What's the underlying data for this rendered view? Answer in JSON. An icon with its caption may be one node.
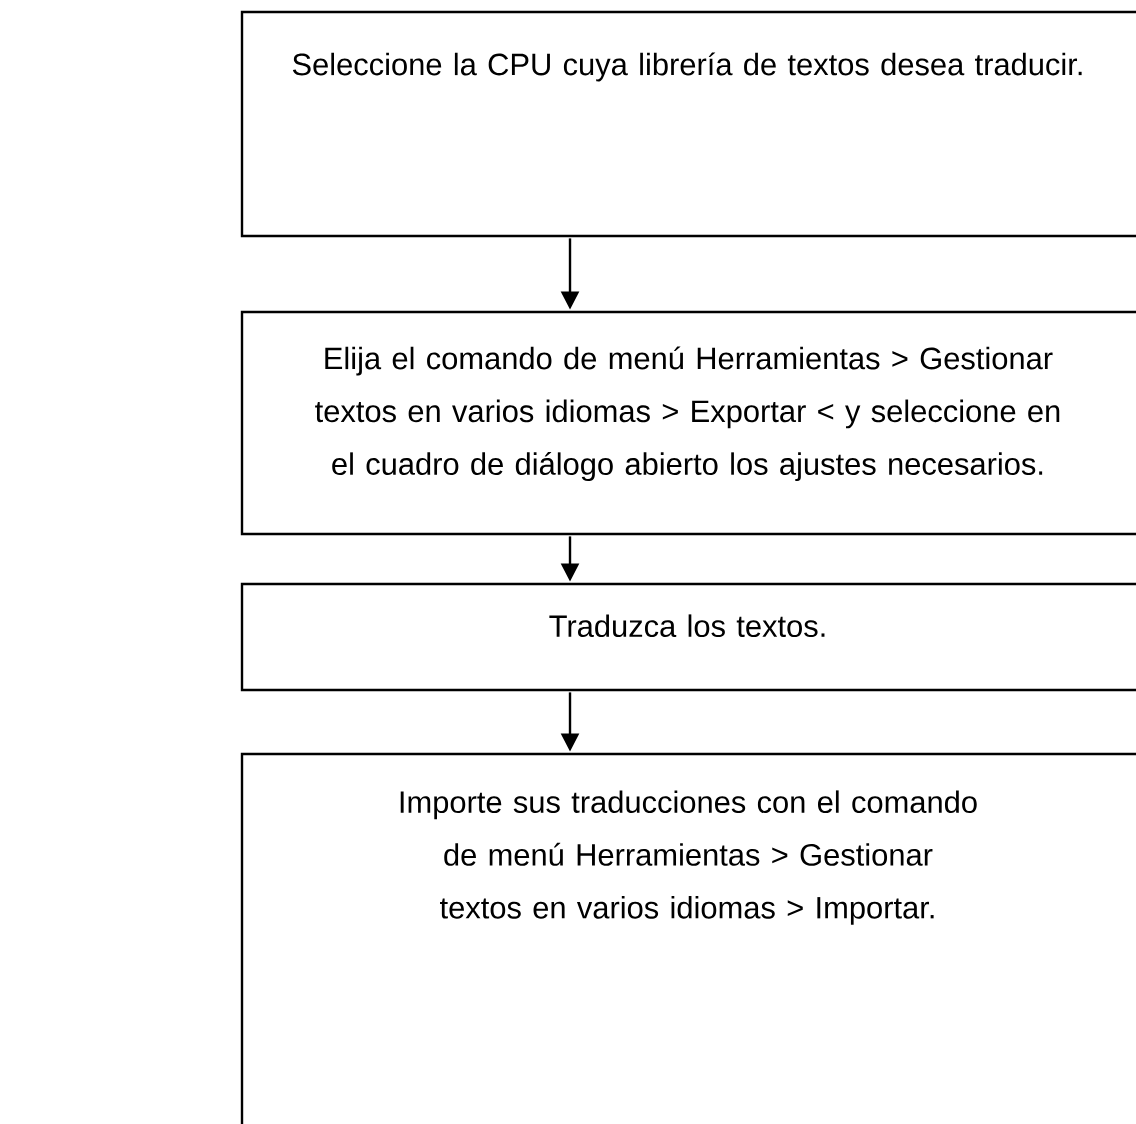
{
  "diagram": {
    "nodes": [
      {
        "text": [
          "Seleccione la CPU cuya librería de textos desea traducir."
        ]
      },
      {
        "text": [
          "Elija el comando de menú Herramientas > Gestionar textos en varios idiomas > Exportar < y seleccione en el cuadro de diálogo abierto los ajustes necesarios."
        ]
      },
      {
        "text": [
          "Traduzca los textos."
        ]
      },
      {
        "text": [
          "Importe sus traducciones con el comando de menú Herramientas > Gestionar textos en varios idiomas > Importar."
        ]
      }
    ],
    "edges": [
      {
        "from": 0,
        "to": 1,
        "arrow": "to"
      },
      {
        "from": 1,
        "to": 2,
        "arrow": "to"
      },
      {
        "from": 2,
        "to": 3,
        "arrow": "to"
      }
    ]
  }
}
